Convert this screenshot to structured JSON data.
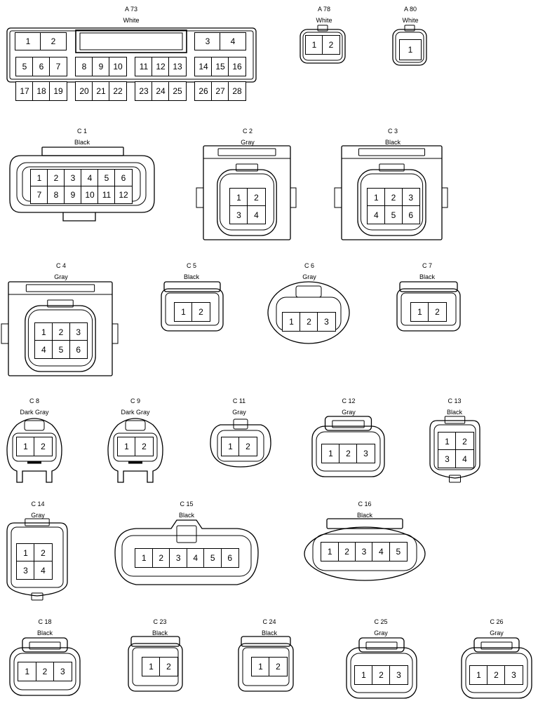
{
  "connectors": [
    {
      "id": "A 73",
      "color": "White",
      "pins": [
        "1",
        "2",
        "3",
        "4",
        "5",
        "6",
        "7",
        "8",
        "9",
        "10",
        "11",
        "12",
        "13",
        "14",
        "15",
        "16",
        "17",
        "18",
        "19",
        "20",
        "21",
        "22",
        "23",
        "24",
        "25",
        "26",
        "27",
        "28"
      ]
    },
    {
      "id": "A 78",
      "color": "White",
      "pins": [
        "1",
        "2"
      ]
    },
    {
      "id": "A 80",
      "color": "White",
      "pins": [
        "1"
      ]
    },
    {
      "id": "C 1",
      "color": "Black",
      "pins": [
        "1",
        "2",
        "3",
        "4",
        "5",
        "6",
        "7",
        "8",
        "9",
        "10",
        "11",
        "12"
      ]
    },
    {
      "id": "C 2",
      "color": "Gray",
      "pins": [
        "1",
        "2",
        "3",
        "4"
      ]
    },
    {
      "id": "C 3",
      "color": "Black",
      "pins": [
        "1",
        "2",
        "3",
        "4",
        "5",
        "6"
      ]
    },
    {
      "id": "C 4",
      "color": "Gray",
      "pins": [
        "1",
        "2",
        "3",
        "4",
        "5",
        "6"
      ]
    },
    {
      "id": "C 5",
      "color": "Black",
      "pins": [
        "1",
        "2"
      ]
    },
    {
      "id": "C 6",
      "color": "Gray",
      "pins": [
        "1",
        "2",
        "3"
      ]
    },
    {
      "id": "C 7",
      "color": "Black",
      "pins": [
        "1",
        "2"
      ]
    },
    {
      "id": "C 8",
      "color": "Dark Gray",
      "pins": [
        "1",
        "2"
      ]
    },
    {
      "id": "C 9",
      "color": "Dark Gray",
      "pins": [
        "1",
        "2"
      ]
    },
    {
      "id": "C 11",
      "color": "Gray",
      "pins": [
        "1",
        "2"
      ]
    },
    {
      "id": "C 12",
      "color": "Gray",
      "pins": [
        "1",
        "2",
        "3"
      ]
    },
    {
      "id": "C 13",
      "color": "Black",
      "pins": [
        "1",
        "2",
        "3",
        "4"
      ]
    },
    {
      "id": "C 14",
      "color": "Gray",
      "pins": [
        "1",
        "2",
        "3",
        "4"
      ]
    },
    {
      "id": "C 15",
      "color": "Black",
      "pins": [
        "1",
        "2",
        "3",
        "4",
        "5",
        "6"
      ]
    },
    {
      "id": "C 16",
      "color": "Black",
      "pins": [
        "1",
        "2",
        "3",
        "4",
        "5"
      ]
    },
    {
      "id": "C 18",
      "color": "Black",
      "pins": [
        "1",
        "2",
        "3"
      ]
    },
    {
      "id": "C 23",
      "color": "Black",
      "pins": [
        "1",
        "2"
      ]
    },
    {
      "id": "C 24",
      "color": "Black",
      "pins": [
        "1",
        "2"
      ]
    },
    {
      "id": "C 25",
      "color": "Gray",
      "pins": [
        "1",
        "2",
        "3"
      ]
    },
    {
      "id": "C 26",
      "color": "Gray",
      "pins": [
        "1",
        "2",
        "3"
      ]
    }
  ]
}
